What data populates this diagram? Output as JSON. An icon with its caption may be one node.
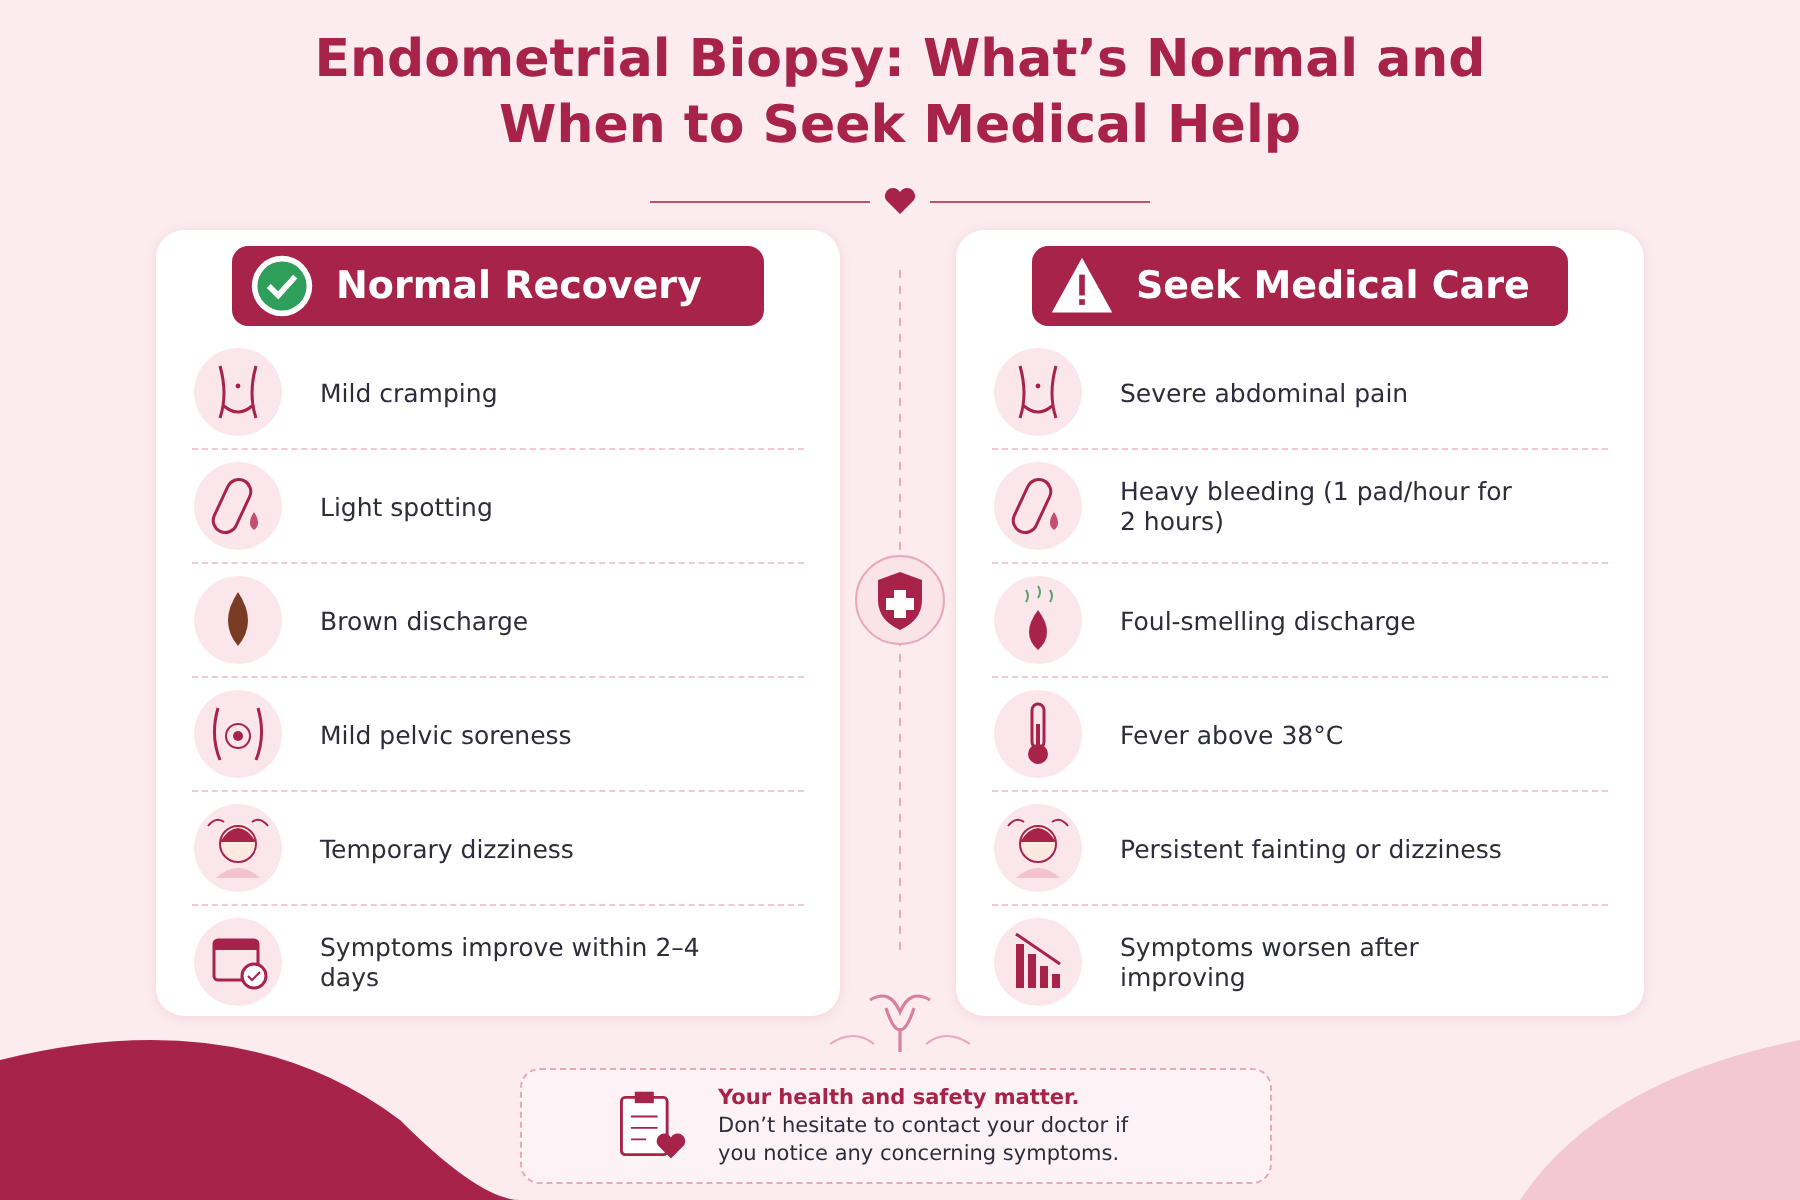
{
  "diagram": {
    "title": "Endometrial Biopsy: What’s Normal and When to Seek Medical Help",
    "nodes": [
      {
        "text": [
          "Normal Recovery"
        ]
      },
      {
        "text": [
          "Mild cramping"
        ],
        "in": 0
      },
      {
        "text": [
          "Light spotting"
        ],
        "in": 0
      },
      {
        "text": [
          "Brown discharge"
        ],
        "in": 0
      },
      {
        "text": [
          "Mild pelvic soreness"
        ],
        "in": 0
      },
      {
        "text": [
          "Temporary dizziness"
        ],
        "in": 0
      },
      {
        "text": [
          "Symptoms improve within 2–4 days"
        ],
        "in": 0
      },
      {
        "text": [
          "Seek Medical Care"
        ]
      },
      {
        "text": [
          "Severe abdominal pain"
        ],
        "in": 7
      },
      {
        "text": [
          "Heavy bleeding (1 pad/hour for 2 hours)"
        ],
        "in": 7
      },
      {
        "text": [
          "Foul-smelling discharge"
        ],
        "in": 7
      },
      {
        "text": [
          "Fever above 38°C"
        ],
        "in": 7
      },
      {
        "text": [
          "Persistent fainting or dizziness"
        ],
        "in": 7
      },
      {
        "text": [
          "Symptoms worsen after improving"
        ],
        "in": 7
      },
      {
        "text": [
          "Your health and safety matter.",
          "Don’t hesitate to contact your doctor if you notice any concerning symptoms."
        ]
      }
    ],
    "edges": []
  }
}
